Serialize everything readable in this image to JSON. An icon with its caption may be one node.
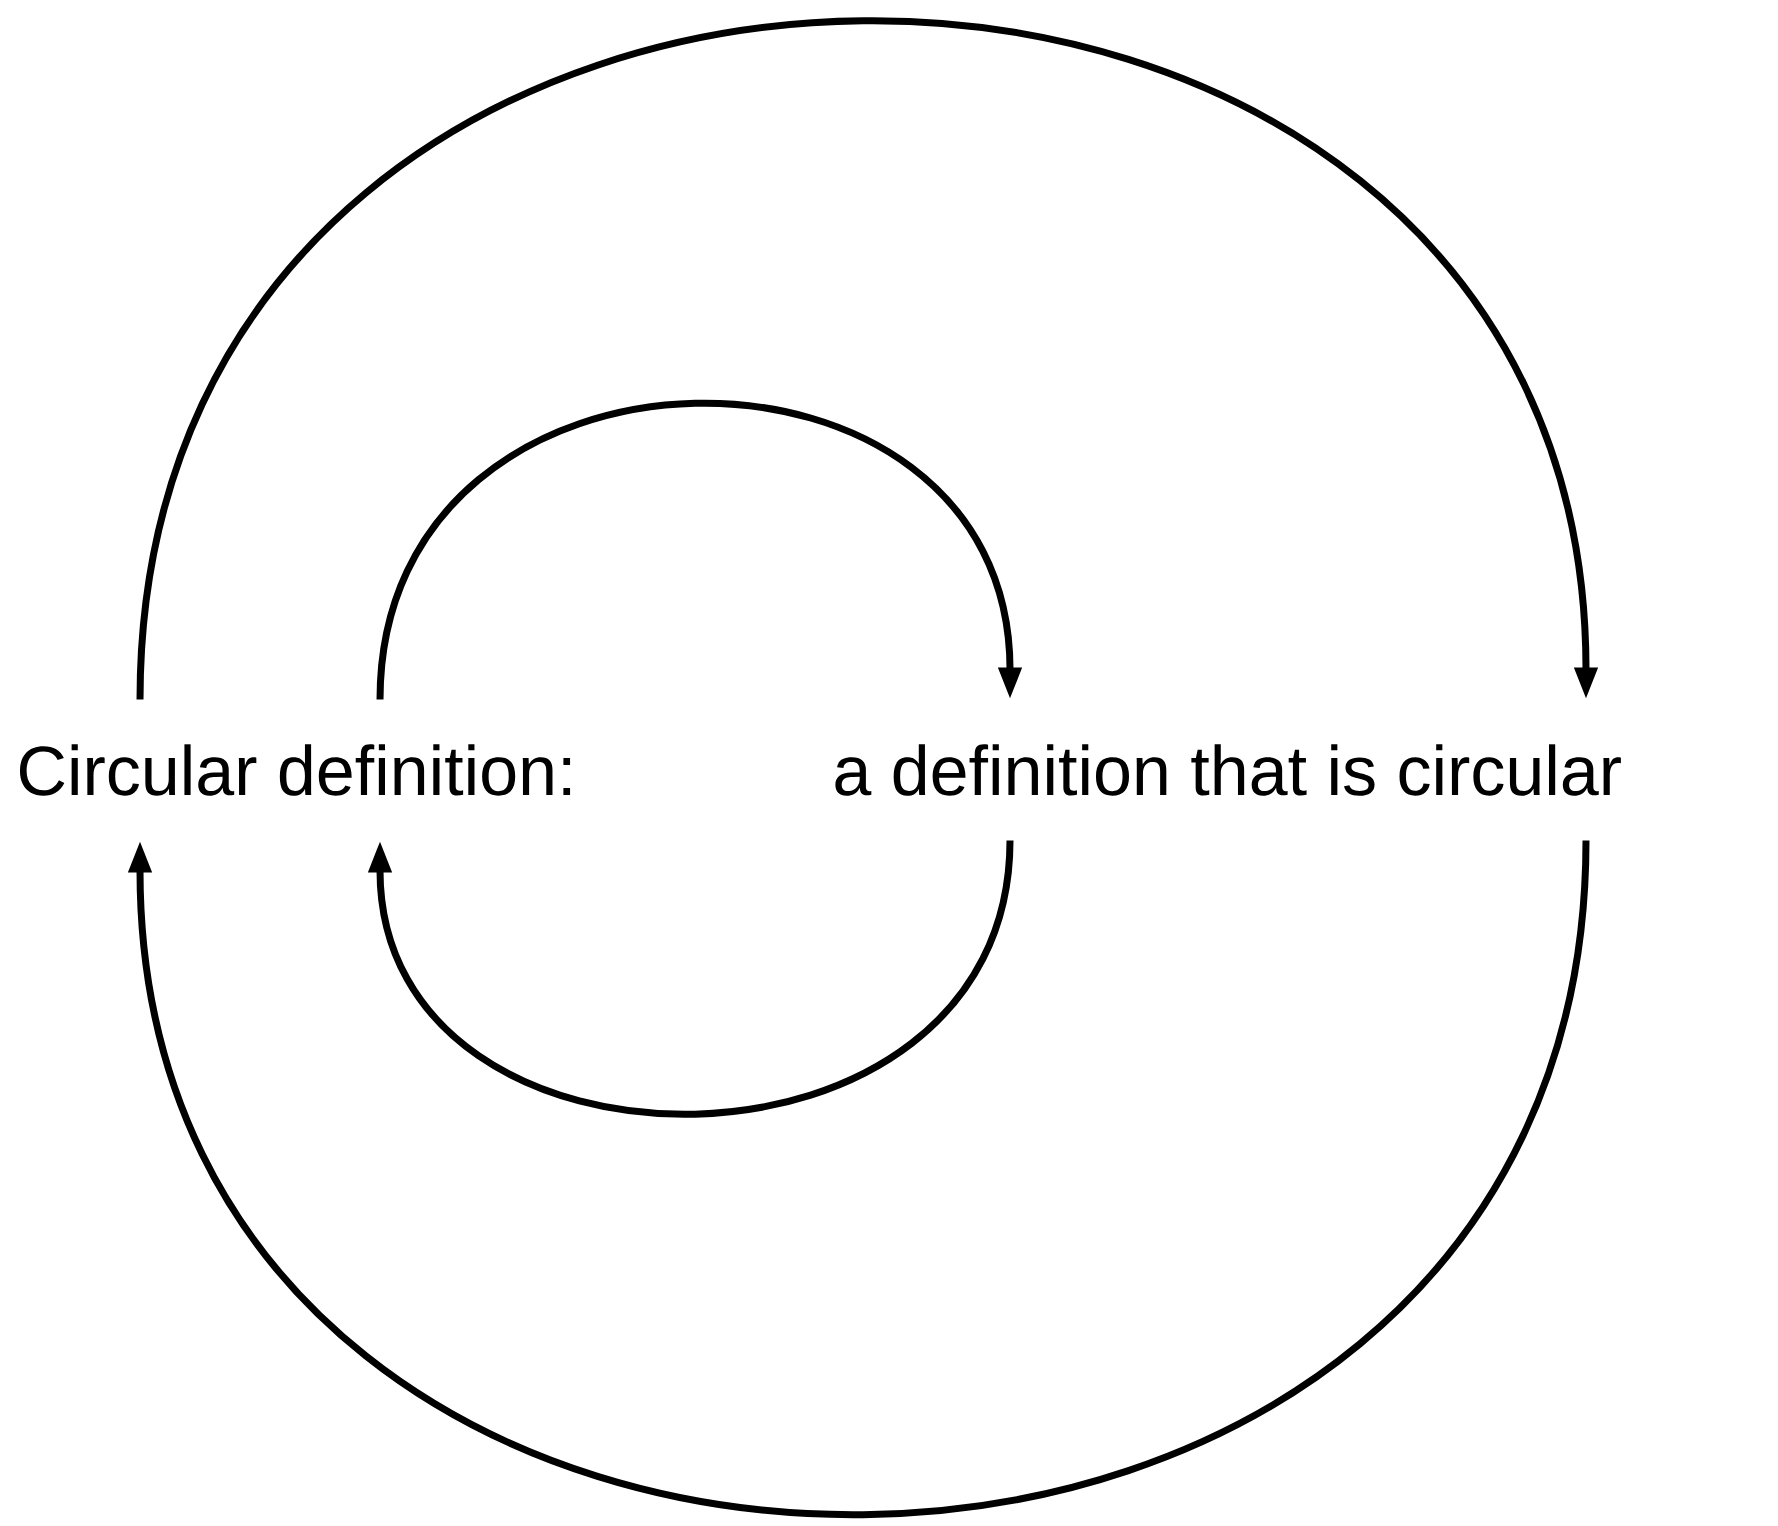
{
  "diagram": {
    "nodes": [
      {
        "text": [
          "Circular definition:"
        ]
      },
      {
        "text": [
          "a definition that is circular"
        ]
      }
    ],
    "edges": [
      {
        "from": 0,
        "to": 1,
        "arrow": "to"
      },
      {
        "from": 1,
        "to": 0,
        "arrow": "to"
      },
      {
        "from": 0,
        "to": 1,
        "arrow": "to"
      },
      {
        "from": 1,
        "to": 0,
        "arrow": "to"
      }
    ]
  }
}
